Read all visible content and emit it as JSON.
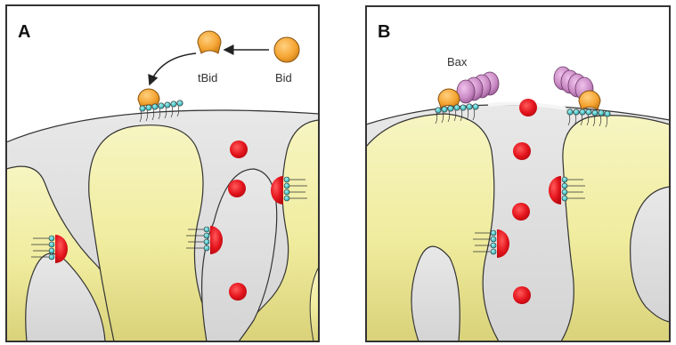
{
  "panels": [
    {
      "letter": "A",
      "labels": {
        "tbid": "tBid",
        "bid": "Bid"
      }
    },
    {
      "letter": "B",
      "labels": {
        "bax": "Bax"
      }
    }
  ],
  "colors": {
    "membrane_fill": "#f2efa9",
    "membrane_shadow": "#d8d27a",
    "space_fill": "#dedede",
    "cytochrome": "#e8141e",
    "bid": "#f5a533",
    "bax": "#c98ac4",
    "lipid": "#42c6c8",
    "outline": "#333333"
  },
  "icons": [
    "cytochrome-c-dot",
    "bid-protein",
    "tbid-protein",
    "bax-oligomer",
    "lipid-cluster",
    "arrow"
  ]
}
